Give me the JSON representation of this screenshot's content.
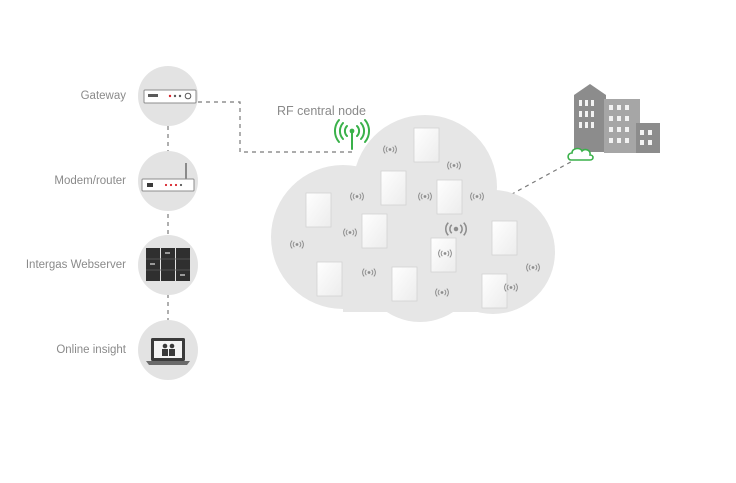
{
  "stack": {
    "gateway_label": "Gateway",
    "modem_label": "Modem/router",
    "webserver_label": "Intergas Webserver",
    "insight_label": "Online insight"
  },
  "network": {
    "central_node_label": "RF central node"
  },
  "colors": {
    "circle_fill": "#e3e3e3",
    "cloud_fill": "#e6e6e6",
    "label_gray": "#8a8a8a",
    "connector_gray": "#7a7a7a",
    "signal_green": "#3ab14a",
    "building_gray": "#8c8c8c",
    "accent_red": "#d8232a"
  },
  "icons": [
    "gateway-device-icon",
    "router-icon",
    "server-rack-icon",
    "laptop-icon",
    "rf-signal-icon",
    "thermostat-device-icon",
    "building-icon",
    "cloud-icon"
  ]
}
